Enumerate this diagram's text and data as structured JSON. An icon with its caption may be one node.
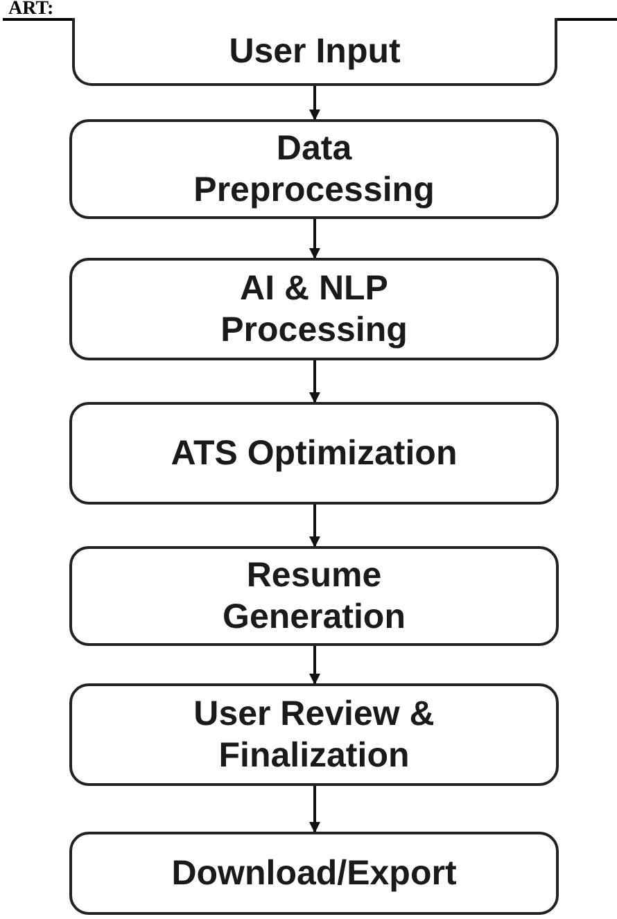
{
  "diagram": {
    "nodes": [
      {
        "text": [
          "User Input"
        ]
      },
      {
        "text": [
          "Data Preprocessing"
        ]
      },
      {
        "text": [
          "AI & NLP Processing"
        ]
      },
      {
        "text": [
          "ATS Optimization"
        ]
      },
      {
        "text": [
          "Resume Generation"
        ]
      },
      {
        "text": [
          "User Review & Finalization"
        ]
      },
      {
        "text": [
          "Download/Export"
        ]
      }
    ],
    "edges": [
      {
        "from": 0,
        "to": 1,
        "arrow": "to"
      },
      {
        "from": 1,
        "to": 2,
        "arrow": "to"
      },
      {
        "from": 2,
        "to": 3,
        "arrow": "to"
      },
      {
        "from": 3,
        "to": 4,
        "arrow": "to"
      },
      {
        "from": 4,
        "to": 5,
        "arrow": "to"
      },
      {
        "from": 5,
        "to": 6,
        "arrow": "to"
      }
    ],
    "labels": [
      "ART:"
    ]
  }
}
